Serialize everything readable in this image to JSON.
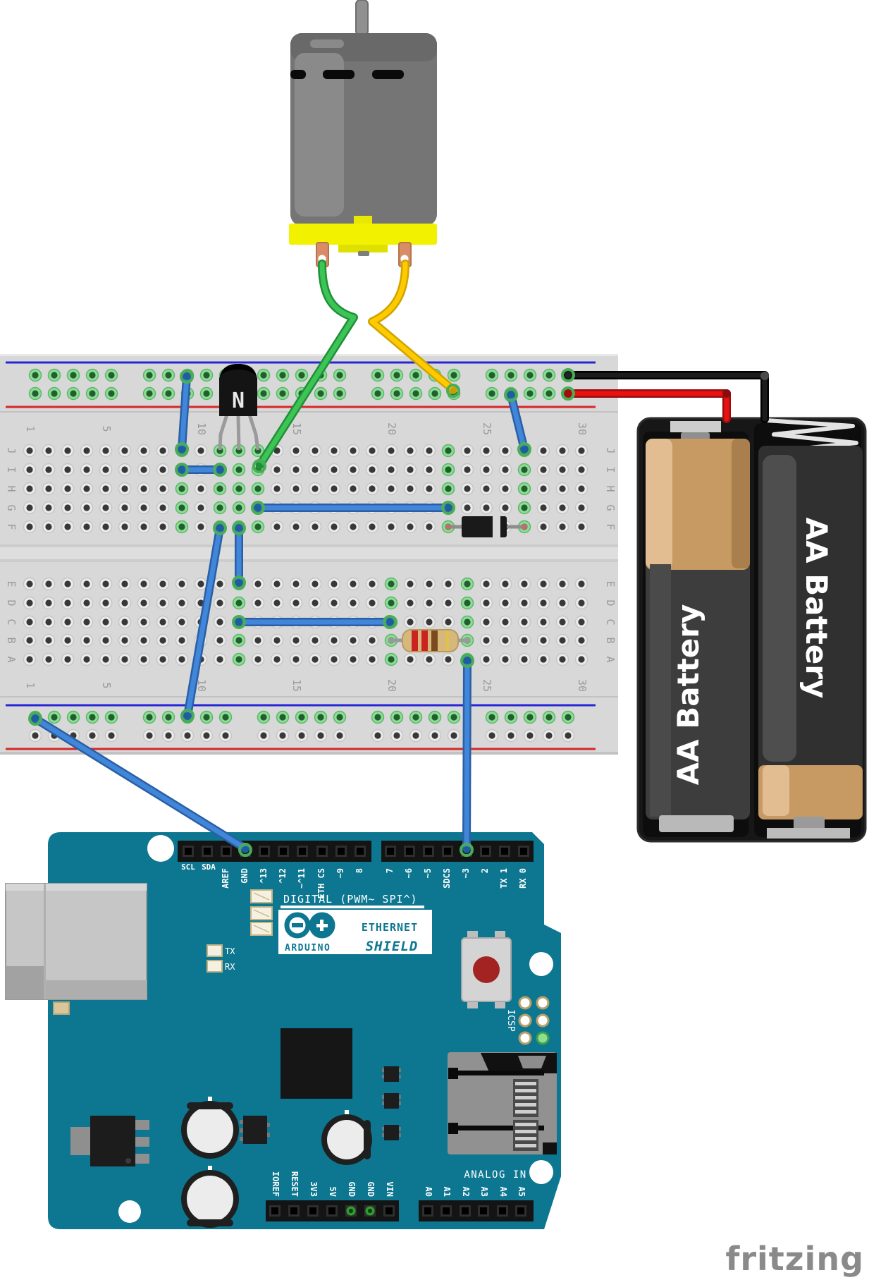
{
  "watermark": "fritzing",
  "colors": {
    "arduino_teal": "#0d7791",
    "breadboard_body": "#d8d8d8",
    "wire_blue": "#4186d8",
    "wire_green": "#3cc455",
    "wire_yellow": "#ffcb00",
    "wire_red": "#e81212",
    "wire_black": "#151515",
    "battery_copper": "#c79a63",
    "holder_black": "#171717",
    "connected_green": "#49ad58"
  },
  "breadboard": {
    "column_numbers": [
      "1",
      "5",
      "10",
      "15",
      "20",
      "25",
      "30"
    ],
    "row_letters": [
      "J",
      "I",
      "H",
      "G",
      "F",
      "E",
      "D",
      "C",
      "B",
      "A"
    ]
  },
  "transistor": {
    "marking": "N"
  },
  "battery": {
    "left_label": "AA Battery",
    "right_label": "AA Battery"
  },
  "arduino": {
    "i2c_labels": [
      "SCL",
      "SDA"
    ],
    "header1_labels": [
      "AREF",
      "GND",
      "^13",
      "^12",
      "~^11",
      "ETH CS",
      "~9",
      "8"
    ],
    "header2_labels": [
      "7",
      "~6",
      "~5",
      "SDCS",
      "~3",
      "2",
      "TX 1",
      "RX 0"
    ],
    "digital_caption": "DIGITAL (PWM~ SPI^)",
    "brand": "ARDUINO",
    "shield_name_line1": "ETHERNET",
    "shield_name_line2": "SHIELD",
    "tx_label": "TX",
    "rx_label": "RX",
    "icsp_label": "ICSP",
    "analog_caption": "ANALOG IN",
    "power_labels": [
      "IOREF",
      "RESET",
      "3V3",
      "5V",
      "GND",
      "GND",
      "VIN"
    ],
    "analog_labels": [
      "A0",
      "A1",
      "A2",
      "A3",
      "A4",
      "A5"
    ]
  }
}
